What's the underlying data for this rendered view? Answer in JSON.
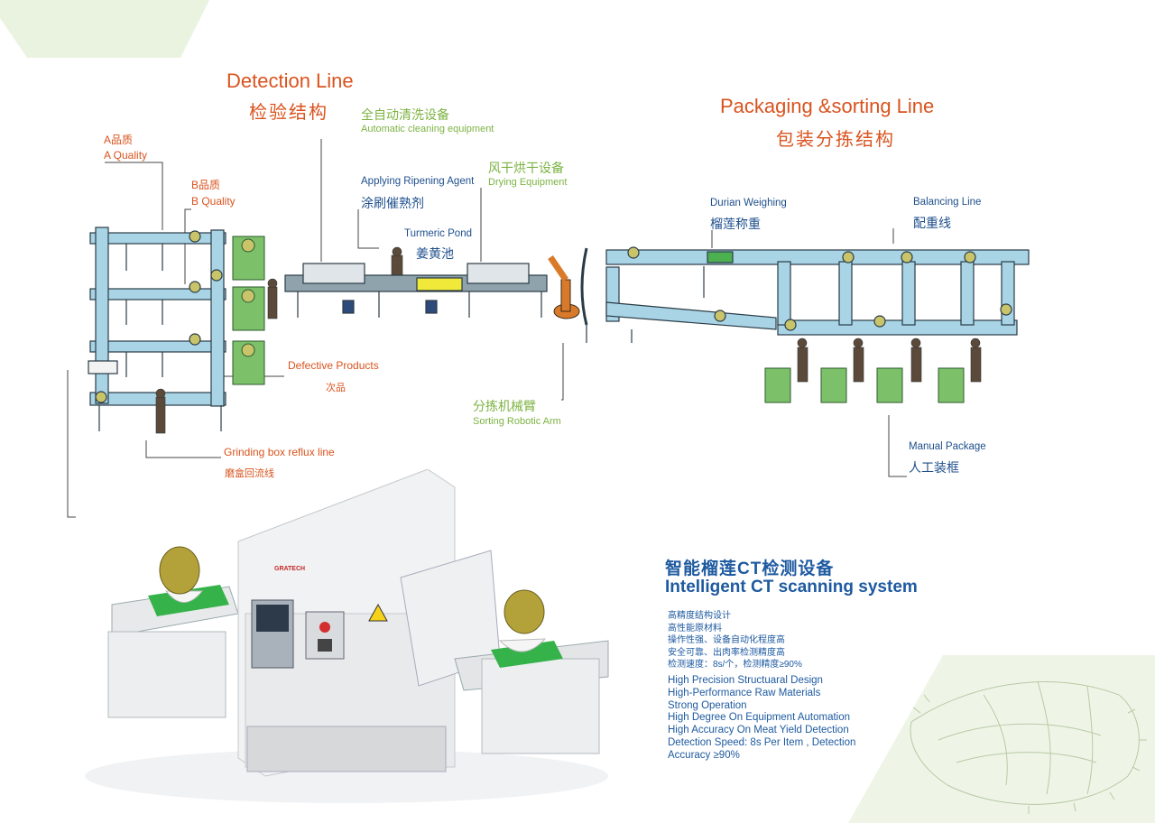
{
  "detection": {
    "title_en": "Detection Line",
    "title_cn": "检验结构"
  },
  "packaging": {
    "title_en": "Packaging &sorting Line",
    "title_cn": "包装分拣结构"
  },
  "labels": {
    "a_quality_cn": "A品质",
    "a_quality_en": "A Quality",
    "b_quality_cn": "B品质",
    "b_quality_en": "B Quality",
    "cleaning_cn": "全自动清洗设备",
    "cleaning_en": "Automatic cleaning equipment",
    "ripening_en": "Applying Ripening Agent",
    "ripening_cn": "涂刷催熟剂",
    "drying_cn": "风干烘干设备",
    "drying_en": "Drying Equipment",
    "turmeric_en": "Turmeric Pond",
    "turmeric_cn": "姜黄池",
    "defective_en": "Defective Products",
    "defective_cn": "次品",
    "robotic_cn": "分拣机械臂",
    "robotic_en": "Sorting Robotic Arm",
    "grinding_en": "Grinding box reflux line",
    "grinding_cn": "磨盒回流线",
    "weighing_en": "Durian Weighing",
    "weighing_cn": "榴莲称重",
    "balancing_en": "Balancing Line",
    "balancing_cn": "配重线",
    "manual_en": "Manual Package",
    "manual_cn": "人工装框"
  },
  "ct": {
    "title_cn": "智能榴莲CT检测设备",
    "title_en": "Intelligent CT scanning system",
    "brand": "GRATECH",
    "specs_cn": [
      "高精度结构设计",
      "高性能原材料",
      "操作性强、设备自动化程度高",
      "安全可靠、出肉率检测精度高",
      "检测速度：8s/个，检测精度≥90%"
    ],
    "specs_en": [
      "High Precision Structuaral Design",
      "High-Performance Raw Materials",
      "Strong Operation",
      "High Degree On Equipment Automation",
      "High Accuracy On Meat  Yield Detection",
      "Detection Speed: 8s Per Item , Detection",
      "Accuracy ≥90%"
    ]
  },
  "colors": {
    "accent_orange": "#d9531e",
    "accent_green": "#7cb342",
    "accent_blue": "#1e5aa0",
    "conveyor": "#a8d4e6",
    "decor_green": "#eaf3e0"
  }
}
